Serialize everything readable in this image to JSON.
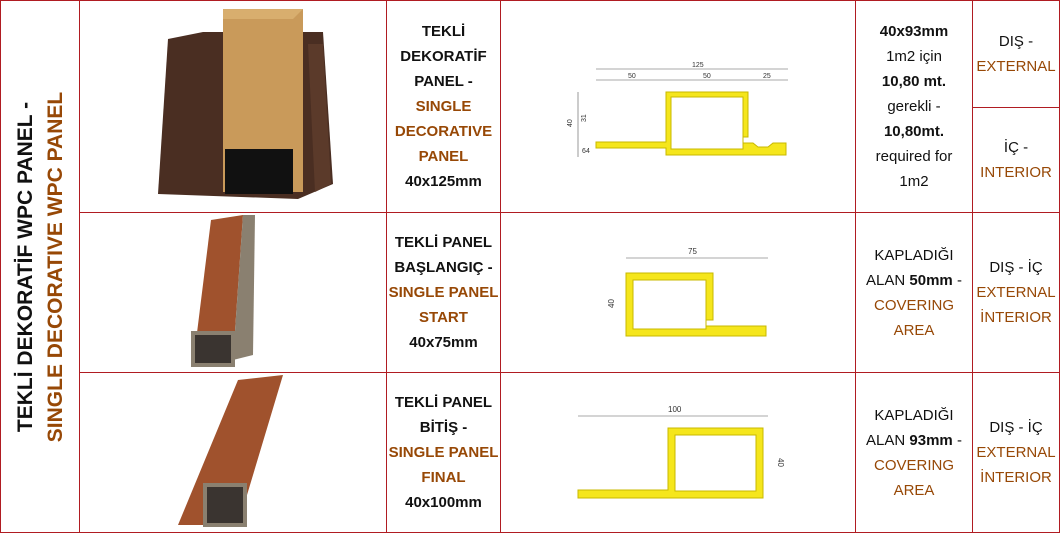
{
  "side_title": {
    "line1": "TEKLİ DEKORATİF WPC PANEL -",
    "line2": "SINGLE DECORATIVE WPC PANEL"
  },
  "colors": {
    "border": "#b01c22",
    "accent_text": "#974806",
    "profile_fill": "#f5e61c"
  },
  "rows": [
    {
      "name": {
        "tr": "TEKLİ DEKORATİF PANEL -",
        "en": "SINGLE DECORATIVE PANEL",
        "size": "40x125mm"
      },
      "drawing": {
        "dims": [
          "125",
          "50",
          "50",
          "25",
          "40",
          "31",
          "6",
          "4"
        ]
      },
      "coverage": {
        "l1": "40x93mm",
        "l2": "1m2 için",
        "l3": "10,80 mt.",
        "l4": "gerekli -",
        "l5": "10,80mt.",
        "l6": "required for",
        "l7": "1m2"
      },
      "usage": [
        {
          "tr": "DIŞ -",
          "en": "EXTERNAL"
        },
        {
          "tr": "İÇ -",
          "en": "INTERIOR"
        }
      ]
    },
    {
      "name": {
        "tr": "TEKLİ PANEL BAŞLANGIÇ -",
        "en": "SINGLE PANEL START",
        "size": "40x75mm"
      },
      "drawing": {
        "dims": [
          "75",
          "40"
        ]
      },
      "coverage": {
        "l1": "KAPLADIĞI ALAN",
        "l2": "50mm",
        "l3": "-",
        "l4": "COVERING AREA"
      },
      "usage": {
        "l1": "DIŞ - İÇ",
        "l2": "EXTERNAL",
        "l3": "İNTERIOR"
      }
    },
    {
      "name": {
        "tr": "TEKLİ PANEL BİTİŞ -",
        "en": "SINGLE PANEL FINAL",
        "size": "40x100mm"
      },
      "drawing": {
        "dims": [
          "100",
          "40"
        ]
      },
      "coverage": {
        "l1": "KAPLADIĞI ALAN",
        "l2": "93mm",
        "l3": "-",
        "l4": "COVERING AREA"
      },
      "usage": {
        "l1": "DIŞ - İÇ",
        "l2": "EXTERNAL",
        "l3": "İNTERIOR"
      }
    }
  ]
}
